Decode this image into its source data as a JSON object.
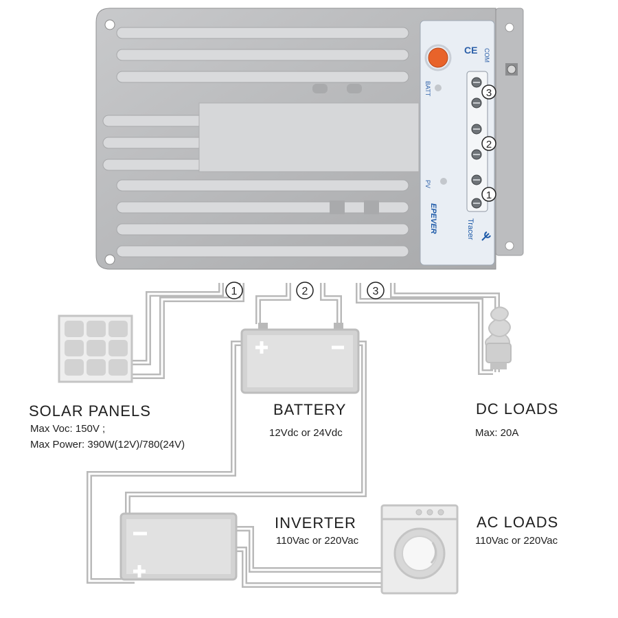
{
  "device": {
    "brand": "EPEVER",
    "model": "Tracer",
    "panel_labels": {
      "batt": "BATT",
      "pv": "PV",
      "com": "COM",
      "ce": "CE"
    },
    "terminal_markers": [
      "3",
      "2",
      "1"
    ]
  },
  "connections": {
    "markers": [
      "1",
      "2",
      "3"
    ]
  },
  "solar": {
    "title": "SOLAR  PANELS",
    "specs": [
      "Max  Voc: 150V ;",
      "Max  Power: 390W(12V)/780(24V)"
    ]
  },
  "battery": {
    "title": "BATTERY",
    "specs": [
      "12Vdc  or  24Vdc"
    ]
  },
  "dc_loads": {
    "title": "DC  LOADS",
    "specs": [
      "Max:  20A"
    ]
  },
  "inverter": {
    "title": "INVERTER",
    "specs": [
      "110Vac  or  220Vac"
    ]
  },
  "ac_loads": {
    "title": "AC  LOADS",
    "specs": [
      "110Vac  or  220Vac"
    ]
  },
  "colors": {
    "wire": "#b9b9b9",
    "wire_inner": "#ffffff",
    "housing": "#b5b6b8",
    "fin": "#d9dadc",
    "button": "#e8632a"
  }
}
